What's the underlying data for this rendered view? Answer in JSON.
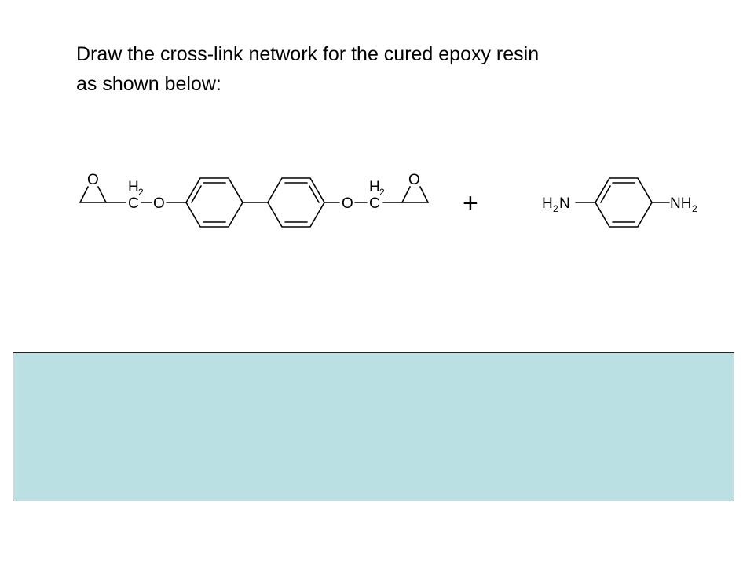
{
  "slide": {
    "title_line1": "Draw the cross-link network for the cured epoxy resin",
    "title_line2": "as shown below:"
  },
  "reaction": {
    "epoxy_monomer": {
      "left_epoxide_o": "O",
      "left_ch2_h": "H",
      "left_ch2_sub": "2",
      "left_ch2_c": "C",
      "left_ether_o": "O",
      "right_ether_o": "O",
      "right_ch2_c": "C",
      "right_ch2_h": "H",
      "right_ch2_sub": "2",
      "right_epoxide_o": "O"
    },
    "operator": "+",
    "diamine": {
      "left_amine_h": "H",
      "left_amine_sub": "2",
      "left_amine_n": "N",
      "right_amine_nh": "NH",
      "right_amine_sub": "2"
    }
  },
  "answer_box": {
    "fill_color": "#bbe0e3",
    "text": ""
  }
}
